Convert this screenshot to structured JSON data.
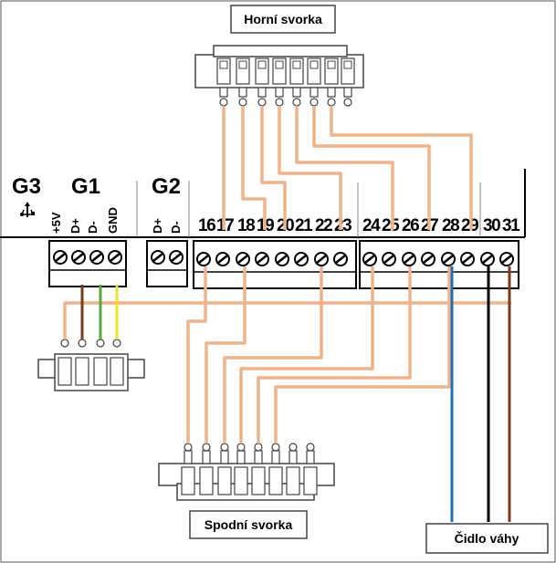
{
  "labels": {
    "top_connector": "Horní svorka",
    "bottom_connector": "Spodní svorka",
    "scale_sensor": "Čidlo váhy"
  },
  "groups": {
    "g3": "G3",
    "g1": "G1",
    "g2": "G2"
  },
  "g1_pins": [
    "+5V",
    "D+",
    "D-",
    "GND"
  ],
  "g2_pins": [
    "D+",
    "D-"
  ],
  "terminals": [
    "16",
    "17",
    "18",
    "19",
    "20",
    "21",
    "22",
    "23",
    "24",
    "25",
    "26",
    "27",
    "28",
    "29",
    "30",
    "31"
  ],
  "colors": {
    "orange_wire": "#f0b48a",
    "brown_wire": "#7a3c1c",
    "green_wire": "#5aa83c",
    "yellow_wire": "#f0e030",
    "blue_wire": "#1f6fb8",
    "black_wire": "#000000"
  },
  "icons": {
    "usb": "usb-icon"
  }
}
